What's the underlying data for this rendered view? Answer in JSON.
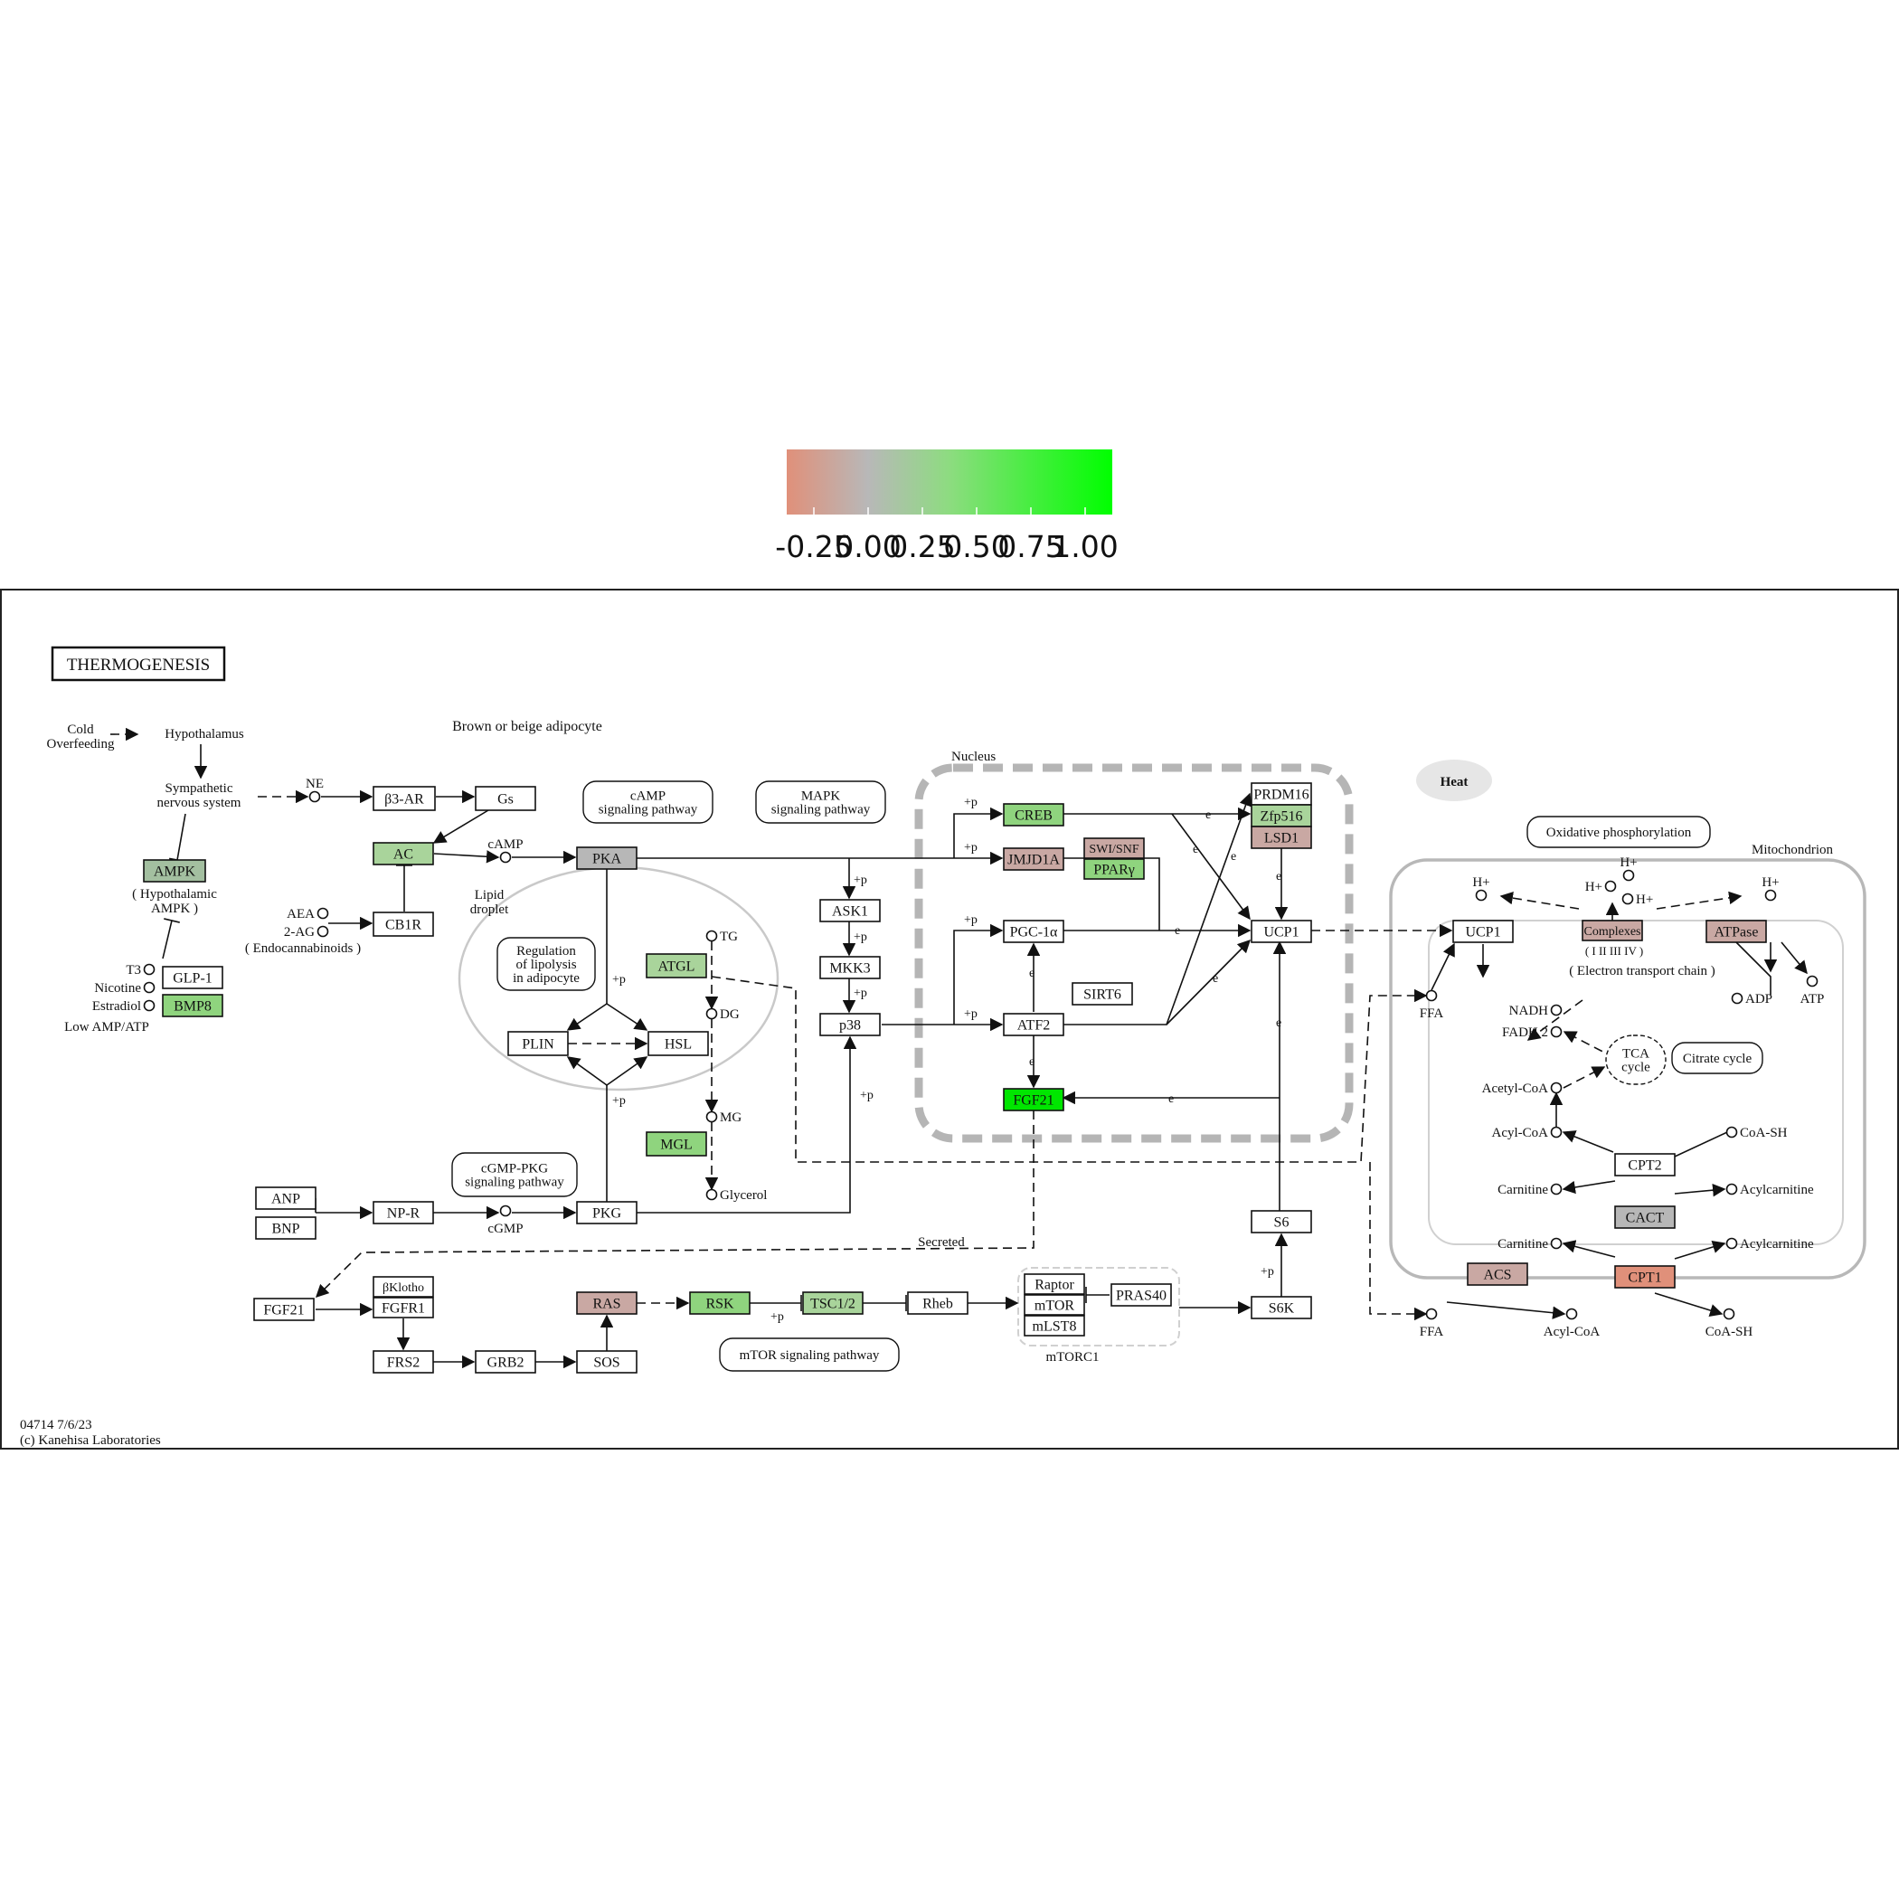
{
  "legend": {
    "ticks": [
      "-0.25",
      "0.00",
      "0.25",
      "0.50",
      "0.75",
      "1.00"
    ],
    "gradient_colors": [
      "#e0907a",
      "#b8b8b8",
      "#8ddc80",
      "#00ff00"
    ]
  },
  "pathway": {
    "title": "THERMOGENESIS",
    "footer_id": "04714 7/6/23",
    "footer_copyright": "(c) Kanehisa Laboratories"
  },
  "colors": {
    "white": "#ffffff",
    "grey": "#b7b7b7",
    "light_green": "#a9d49b",
    "mid_green": "#8fd47e",
    "bright_green": "#00e600",
    "green_grey": "#a3bfa0",
    "pink": "#c9a8a3",
    "salmon": "#e0907a"
  },
  "nodes": [
    {
      "id": "b3ar",
      "label": "β3-AR",
      "color": "white"
    },
    {
      "id": "gs",
      "label": "Gs",
      "color": "white"
    },
    {
      "id": "ampk",
      "label": "AMPK",
      "color": "green_grey"
    },
    {
      "id": "ac",
      "label": "AC",
      "color": "light_green"
    },
    {
      "id": "pka",
      "label": "PKA",
      "color": "grey"
    },
    {
      "id": "cb1r",
      "label": "CB1R",
      "color": "white"
    },
    {
      "id": "glp1",
      "label": "GLP-1",
      "color": "white"
    },
    {
      "id": "bmp8",
      "label": "BMP8",
      "color": "mid_green"
    },
    {
      "id": "atgl",
      "label": "ATGL",
      "color": "light_green"
    },
    {
      "id": "plin",
      "label": "PLIN",
      "color": "white"
    },
    {
      "id": "hsl",
      "label": "HSL",
      "color": "white"
    },
    {
      "id": "mgl",
      "label": "MGL",
      "color": "mid_green"
    },
    {
      "id": "ask1",
      "label": "ASK1",
      "color": "white"
    },
    {
      "id": "mkk3",
      "label": "MKK3",
      "color": "white"
    },
    {
      "id": "p38",
      "label": "p38",
      "color": "white"
    },
    {
      "id": "creb",
      "label": "CREB",
      "color": "mid_green"
    },
    {
      "id": "jmjd1a",
      "label": "JMJD1A",
      "color": "pink"
    },
    {
      "id": "swisnf",
      "label": "SWI/SNF",
      "color": "pink"
    },
    {
      "id": "ppary",
      "label": "PPARγ",
      "color": "mid_green"
    },
    {
      "id": "prdm16",
      "label": "PRDM16",
      "color": "white"
    },
    {
      "id": "zfp516",
      "label": "Zfp516",
      "color": "light_green"
    },
    {
      "id": "lsd1",
      "label": "LSD1",
      "color": "pink"
    },
    {
      "id": "pgc1a",
      "label": "PGC-1α",
      "color": "white"
    },
    {
      "id": "ucp1_n",
      "label": "UCP1",
      "color": "white"
    },
    {
      "id": "sirt6",
      "label": "SIRT6",
      "color": "white"
    },
    {
      "id": "atf2",
      "label": "ATF2",
      "color": "white"
    },
    {
      "id": "fgf21_n",
      "label": "FGF21",
      "color": "bright_green"
    },
    {
      "id": "anp",
      "label": "ANP",
      "color": "white"
    },
    {
      "id": "bnp",
      "label": "BNP",
      "color": "white"
    },
    {
      "id": "npr",
      "label": "NP-R",
      "color": "white"
    },
    {
      "id": "pkg",
      "label": "PKG",
      "color": "white"
    },
    {
      "id": "s6",
      "label": "S6",
      "color": "white"
    },
    {
      "id": "fgf21_s",
      "label": "FGF21",
      "color": "white"
    },
    {
      "id": "bklotho",
      "label": "βKlotho",
      "color": "white"
    },
    {
      "id": "fgfr1",
      "label": "FGFR1",
      "color": "white"
    },
    {
      "id": "ras",
      "label": "RAS",
      "color": "pink"
    },
    {
      "id": "rsk",
      "label": "RSK",
      "color": "mid_green"
    },
    {
      "id": "tsc12",
      "label": "TSC1/2",
      "color": "light_green"
    },
    {
      "id": "rheb",
      "label": "Rheb",
      "color": "white"
    },
    {
      "id": "raptor",
      "label": "Raptor",
      "color": "white"
    },
    {
      "id": "mtor",
      "label": "mTOR",
      "color": "white"
    },
    {
      "id": "mlst8",
      "label": "mLST8",
      "color": "white"
    },
    {
      "id": "pras40",
      "label": "PRAS40",
      "color": "white"
    },
    {
      "id": "s6k",
      "label": "S6K",
      "color": "white"
    },
    {
      "id": "frs2",
      "label": "FRS2",
      "color": "white"
    },
    {
      "id": "grb2",
      "label": "GRB2",
      "color": "white"
    },
    {
      "id": "sos",
      "label": "SOS",
      "color": "white"
    },
    {
      "id": "ucp1_m",
      "label": "UCP1",
      "color": "white"
    },
    {
      "id": "complexes",
      "label": "Complexes",
      "color": "pink"
    },
    {
      "id": "atpase",
      "label": "ATPase",
      "color": "pink"
    },
    {
      "id": "cpt2",
      "label": "CPT2",
      "color": "white"
    },
    {
      "id": "cact",
      "label": "CACT",
      "color": "grey"
    },
    {
      "id": "acs",
      "label": "ACS",
      "color": "pink"
    },
    {
      "id": "cpt1",
      "label": "CPT1",
      "color": "salmon"
    }
  ],
  "maps": [
    {
      "id": "camp_map",
      "lines": [
        "cAMP",
        "signaling pathway"
      ]
    },
    {
      "id": "mapk_map",
      "lines": [
        "MAPK",
        "signaling pathway"
      ]
    },
    {
      "id": "lipolysis_map",
      "lines": [
        "Regulation",
        "of lipolysis",
        "in adipocyte"
      ]
    },
    {
      "id": "cgmp_map",
      "lines": [
        "cGMP-PKG",
        "signaling pathway"
      ]
    },
    {
      "id": "mtor_map",
      "lines": [
        "mTOR signaling pathway"
      ]
    },
    {
      "id": "oxphos_map",
      "lines": [
        "Oxidative phosphorylation"
      ]
    },
    {
      "id": "citrate_map",
      "lines": [
        "Citrate cycle"
      ]
    },
    {
      "id": "tca_map",
      "lines": [
        "TCA",
        "cycle"
      ]
    }
  ],
  "compounds": [
    {
      "id": "ne",
      "label": "NE"
    },
    {
      "id": "camp",
      "label": "cAMP"
    },
    {
      "id": "aea",
      "label": "AEA"
    },
    {
      "id": "2ag",
      "label": "2-AG"
    },
    {
      "id": "t3",
      "label": "T3"
    },
    {
      "id": "nicotine",
      "label": "Nicotine"
    },
    {
      "id": "estradiol",
      "label": "Estradiol"
    },
    {
      "id": "tg",
      "label": "TG"
    },
    {
      "id": "dg",
      "label": "DG"
    },
    {
      "id": "mg",
      "label": "MG"
    },
    {
      "id": "glycerol",
      "label": "Glycerol"
    },
    {
      "id": "cgmp",
      "label": "cGMP"
    },
    {
      "id": "ffa_in",
      "label": "FFA"
    },
    {
      "id": "ffa_out",
      "label": "FFA"
    },
    {
      "id": "acylcoa_out",
      "label": "Acyl-CoA"
    },
    {
      "id": "coash_out",
      "label": "CoA-SH"
    },
    {
      "id": "nadh",
      "label": "NADH"
    },
    {
      "id": "fadh2",
      "label": "FADH 2"
    },
    {
      "id": "acetylcoa",
      "label": "Acetyl-CoA"
    },
    {
      "id": "acylcoa_in",
      "label": "Acyl-CoA"
    },
    {
      "id": "coash_in",
      "label": "CoA-SH"
    },
    {
      "id": "carnitine_1",
      "label": "Carnitine"
    },
    {
      "id": "acylcarnitine_1",
      "label": "Acylcarnitine"
    },
    {
      "id": "carnitine_2",
      "label": "Carnitine"
    },
    {
      "id": "acylcarnitine_2",
      "label": "Acylcarnitine"
    },
    {
      "id": "adp",
      "label": "ADP"
    },
    {
      "id": "atp",
      "label": "ATP"
    },
    {
      "id": "h1",
      "label": "H+"
    },
    {
      "id": "h2",
      "label": "H+"
    },
    {
      "id": "h3",
      "label": "H+"
    },
    {
      "id": "h4",
      "label": "H+"
    },
    {
      "id": "h5",
      "label": "H+"
    }
  ],
  "labels": [
    {
      "id": "cold",
      "lines": [
        "Cold",
        "Overfeeding"
      ]
    },
    {
      "id": "hypothalamus",
      "lines": [
        "Hypothalamus"
      ]
    },
    {
      "id": "sns",
      "lines": [
        "Sympathetic",
        "nervous system"
      ]
    },
    {
      "id": "brown",
      "lines": [
        "Brown or beige adipocyte"
      ]
    },
    {
      "id": "hypo_ampk",
      "lines": [
        "( Hypothalamic",
        "AMPK )"
      ]
    },
    {
      "id": "endocannabinoids",
      "lines": [
        "( Endocannabinoids )"
      ]
    },
    {
      "id": "lowamp",
      "lines": [
        "Low AMP/ATP"
      ]
    },
    {
      "id": "lipid",
      "lines": [
        "Lipid",
        "droplet"
      ]
    },
    {
      "id": "nucleus",
      "lines": [
        "Nucleus"
      ]
    },
    {
      "id": "heat",
      "lines": [
        "Heat"
      ]
    },
    {
      "id": "mito",
      "lines": [
        "Mitochondrion"
      ]
    },
    {
      "id": "etc",
      "lines": [
        "( Electron transport  chain )"
      ]
    },
    {
      "id": "complex_nums",
      "lines": [
        "( I II III IV )"
      ]
    },
    {
      "id": "secreted",
      "lines": [
        "Secreted"
      ]
    },
    {
      "id": "mtorc1",
      "lines": [
        "mTORC1"
      ]
    }
  ]
}
